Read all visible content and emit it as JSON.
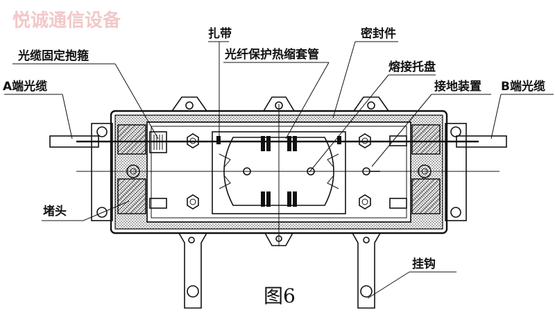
{
  "watermark": "悦诚通信设备",
  "labels": {
    "cable_clamp": "光缆固定抱箍",
    "a_end_cable": "A端光缆",
    "cable_tie": "扎带",
    "heat_shrink_tube": "光纤保护热缩套管",
    "seal": "密封件",
    "splice_tray": "熔接托盘",
    "grounding": "接地装置",
    "b_end_cable": "B端光缆",
    "plug": "堵头",
    "hook": "挂钩"
  },
  "figure_caption": "图6"
}
